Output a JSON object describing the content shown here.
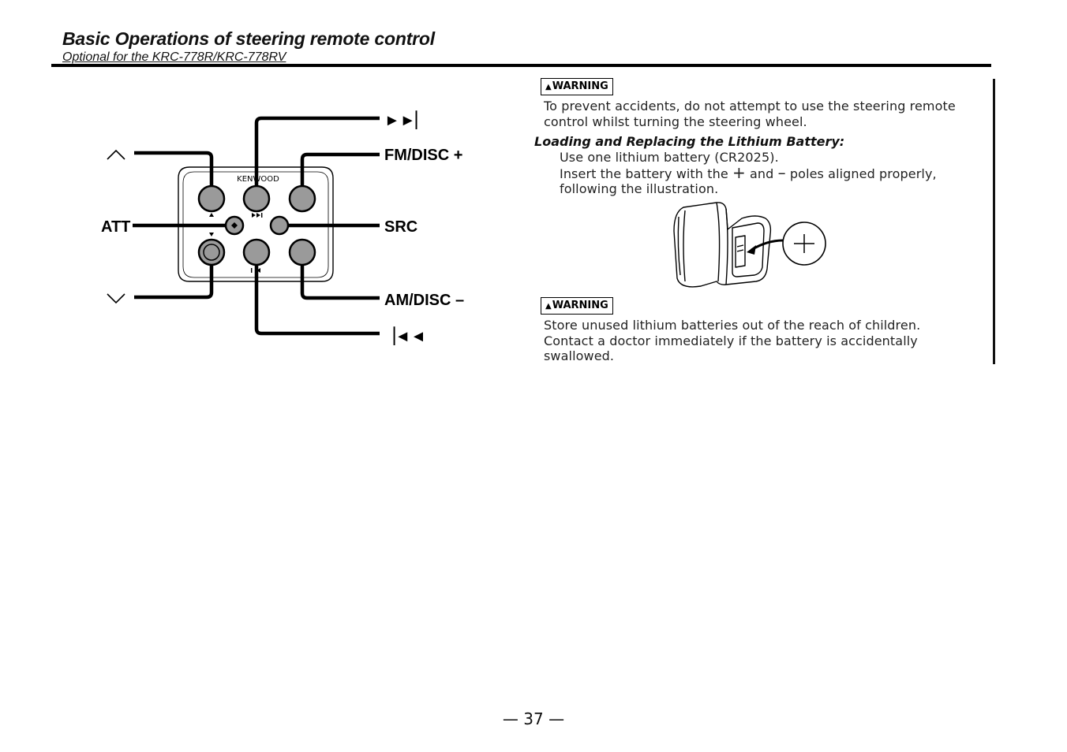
{
  "header": {
    "title": "Basic Operations of steering remote control",
    "subtitle": "Optional for the KRC-778R/KRC-778RV"
  },
  "diagram": {
    "brand": "KENWOOD",
    "labels": {
      "next": "►►▏",
      "fm_disc_plus": "FM/DISC +",
      "src": "SRC",
      "am_disc_minus": "AM/DISC –",
      "prev": "▕◄◄",
      "att": "ATT"
    }
  },
  "warning1": {
    "label": "WARNING",
    "text_line1": "To prevent accidents, do not attempt to use the steering remote",
    "text_line2": "control whilst turning the steering wheel."
  },
  "battery_section": {
    "heading": "Loading and Replacing the Lithium Battery:",
    "line1": "Use one lithium battery (CR2025).",
    "line2_a": "Insert the battery with the",
    "line2_plus": "+",
    "line2_b": "and",
    "line2_minus": "–",
    "line2_c": "poles aligned properly,",
    "line3": "following the illustration."
  },
  "warning2": {
    "label": "WARNING",
    "text_line1": "Store unused lithium batteries out of the reach of children.",
    "text_line2": "Contact a doctor immediately if the battery is accidentally",
    "text_line3": "swallowed."
  },
  "footer": {
    "page_number": "— 37 —"
  }
}
